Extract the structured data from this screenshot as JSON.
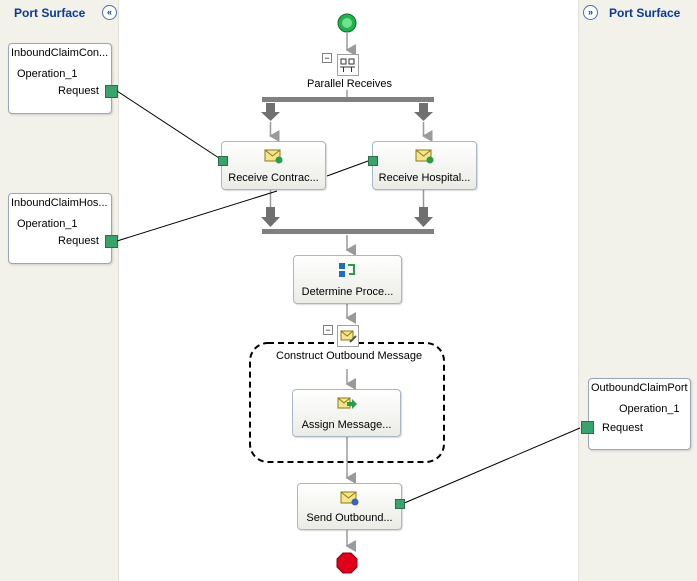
{
  "left_surface": {
    "title": "Port Surface",
    "toggle_glyph": "«",
    "ports": [
      {
        "name": "InboundClaimCon...",
        "operation": "Operation_1",
        "message": "Request"
      },
      {
        "name": "InboundClaimHos...",
        "operation": "Operation_1",
        "message": "Request"
      }
    ]
  },
  "right_surface": {
    "title": "Port Surface",
    "toggle_glyph": "»",
    "ports": [
      {
        "name": "OutboundClaimPort",
        "operation": "Operation_1",
        "message": "Request"
      }
    ]
  },
  "orchestration": {
    "parallel_label": "Parallel Receives",
    "receive_contract": "Receive Contrac...",
    "receive_hospital": "Receive Hospital...",
    "determine": "Determine Proce...",
    "construct": "Construct Outbound Message",
    "assign": "Assign Message...",
    "send": "Send Outbound...",
    "collapse_glyph": "−"
  },
  "colors": {
    "start": "#22b14c",
    "end": "#e0001b",
    "port_connector": "#3aa36c",
    "port_surface_bg": "#f2f1ea",
    "title_blue": "#0b3a96"
  },
  "icons": {
    "start": "start-shape-icon",
    "end": "end-shape-icon",
    "parallel": "parallel-actions-icon",
    "receive": "receive-envelope-icon",
    "decide": "decide-arrows-icon",
    "construct": "construct-message-icon",
    "assign": "message-assignment-icon",
    "send": "send-envelope-icon"
  }
}
